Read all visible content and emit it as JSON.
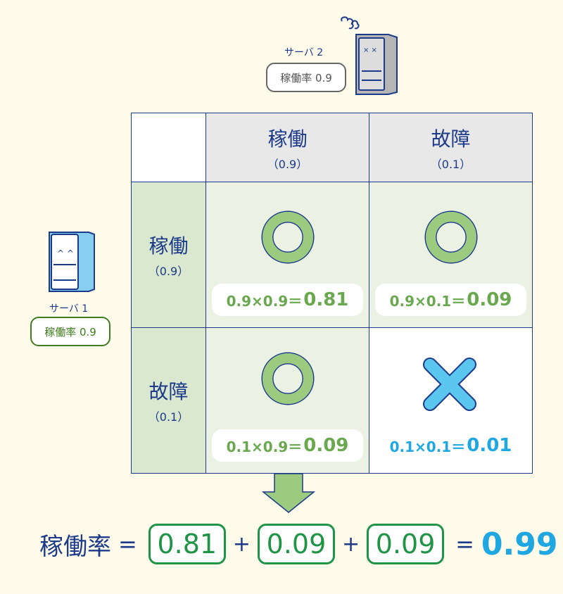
{
  "server2": {
    "name": "サーバ 2",
    "rate": "稼働率 0.9"
  },
  "server1": {
    "name": "サーバ 1",
    "rate": "稼働率 0.9"
  },
  "columns": [
    {
      "label": "稼働",
      "prob": "（0.9）"
    },
    {
      "label": "故障",
      "prob": "（0.1）"
    }
  ],
  "rows": [
    {
      "label": "稼働",
      "prob": "（0.9）"
    },
    {
      "label": "故障",
      "prob": "（0.1）"
    }
  ],
  "cells": [
    {
      "expr": "0.9×0.9＝",
      "result": "0.81",
      "mark": "circle"
    },
    {
      "expr": "0.9×0.1＝",
      "result": "0.09",
      "mark": "circle"
    },
    {
      "expr": "0.1×0.9＝",
      "result": "0.09",
      "mark": "circle"
    },
    {
      "expr": "0.1×0.1＝",
      "result": "0.01",
      "mark": "cross"
    }
  ],
  "equation": {
    "label": "稼働率",
    "eq": "=",
    "terms": [
      "0.81",
      "0.09",
      "0.09"
    ],
    "plus": "+",
    "result": "0.99"
  },
  "colors": {
    "navy": "#1d3a8a",
    "green": "#6aa84f",
    "blue": "#1ea7e1"
  }
}
